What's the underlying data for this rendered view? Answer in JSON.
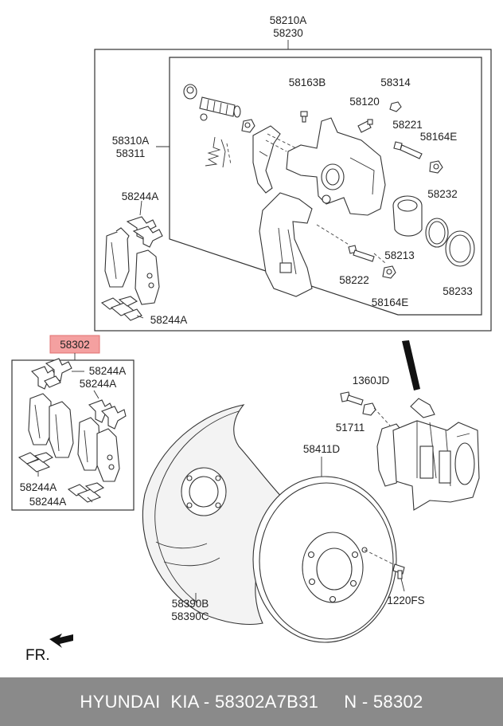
{
  "labels": {
    "p58210A": "58210A",
    "p58230": "58230",
    "p58163B": "58163B",
    "p58314": "58314",
    "p58120": "58120",
    "p58221": "58221",
    "p58164E_top": "58164E",
    "p58310A": "58310A",
    "p58311": "58311",
    "p58244A_1": "58244A",
    "p58232": "58232",
    "p58213": "58213",
    "p58222": "58222",
    "p58233": "58233",
    "p58164E_bot": "58164E",
    "p58244A_2": "58244A",
    "p58302": "58302",
    "p58244A_3": "58244A",
    "p58244A_4": "58244A",
    "p58244A_5": "58244A",
    "p58244A_6": "58244A",
    "p1360JD": "1360JD",
    "p51711": "51711",
    "p58411D": "58411D",
    "p58390B": "58390B",
    "p58390C": "58390C",
    "p1220FS": "1220FS",
    "fr": "FR."
  },
  "highlight_color": "#f4a0a0",
  "footer": {
    "text": "HYUNDAI  KIA - 58302A7B31     N - 58302"
  }
}
